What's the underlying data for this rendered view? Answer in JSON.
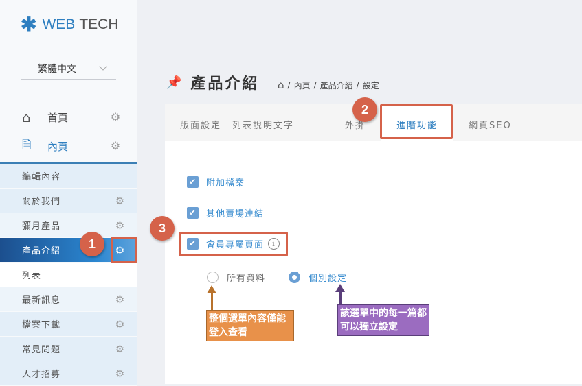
{
  "brand": {
    "logo_part1": "WEB",
    "logo_part2": "TECH"
  },
  "language": {
    "selected": "繁體中文"
  },
  "nav": {
    "home": "首頁",
    "inner": "內頁"
  },
  "submenu": [
    "編輯內容",
    "關於我們",
    "彌月產品",
    "產品介紹",
    "列表",
    "最新訊息",
    "檔案下載",
    "常見問題",
    "人才招募"
  ],
  "page": {
    "title": "產品介紹",
    "breadcrumb": [
      "內頁",
      "產品介紹",
      "設定"
    ]
  },
  "tabs": [
    "版面設定",
    "列表說明文字",
    "外掛",
    "進階功能",
    "網頁SEO"
  ],
  "options": {
    "attach": "附加檔案",
    "other_store": "其他賣場連結",
    "member_only": "會員專屬頁面"
  },
  "radios": {
    "all": "所有資料",
    "individual": "個別設定"
  },
  "annotations": {
    "badge1": "1",
    "badge2": "2",
    "badge3": "3",
    "note_all": "整個選單內容僅能登入查看",
    "note_individual": "該選單中的每一篇都可以獨立設定"
  },
  "colors": {
    "accent": "#2f7fc0",
    "highlight": "#d5624a",
    "note_orange": "#e8914a",
    "note_purple": "#9b6cc0"
  }
}
